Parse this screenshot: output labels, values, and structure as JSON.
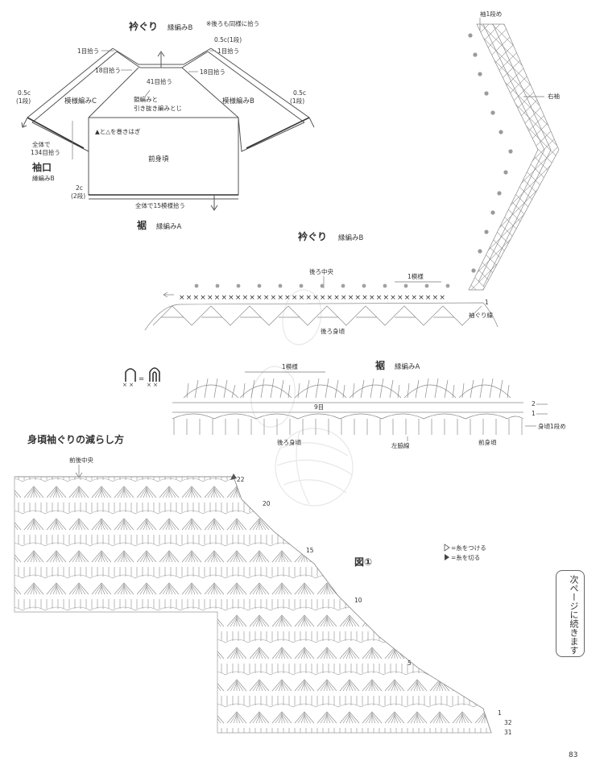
{
  "schematic": {
    "neckline_title": "衿ぐり",
    "neckline_stitch": "縁編みB",
    "back_note": "※後ろも同様に拾う",
    "pick_1": "1目拾う",
    "pick_1_right": "1目拾う",
    "row_05c_1_top": "0.5c(1段)",
    "pick_18_left": "18目拾う",
    "pick_18_right": "18目拾う",
    "pick_41": "41目拾う",
    "chain_note_1": "鎖編みと",
    "chain_note_2": "引き抜き編みとじ",
    "pattern_c": "模様編みC",
    "pattern_b": "模様編みB",
    "left_05c": "0.5c",
    "left_1row": "(1段)",
    "right_05c": "0.5c",
    "right_1row": "(1段)",
    "seam_note": "▲と△を巻きはぎ",
    "front_body": "前身頃",
    "total_1": "全体で",
    "total_2": "134目拾う",
    "cuff_title": "袖口",
    "cuff_stitch": "縁編みB",
    "two_c": "2c",
    "two_rows": "(2段)",
    "hem_count": "全体で15模様拾う",
    "hem_title": "裾",
    "hem_stitch": "縁編みA"
  },
  "neck_chart": {
    "sleeve_row1": "袖1段め",
    "right_sleeve": "右袖",
    "title": "衿ぐり",
    "stitch": "縁編みB",
    "back_center": "後ろ中央",
    "one_repeat": "1模様",
    "row_1": "1",
    "raglan": "袖ぐり線",
    "back_body": "後ろ身頃"
  },
  "equation": {
    "eq": "="
  },
  "hem_chart": {
    "title": "裾",
    "stitch": "縁編みA",
    "one_repeat": "1模様",
    "nine_st": "9目",
    "row_2": "2",
    "row_1": "1",
    "body_row1": "身頃1段め",
    "side_line": "左脇線",
    "back_body": "後ろ身頃",
    "front_body": "前身頃"
  },
  "armhole": {
    "title": "身頃袖ぐりの減らし方",
    "back_center": "前後中央",
    "figure": "図①",
    "legend_join": "=糸をつける",
    "legend_cut": "=糸を切る",
    "row_22": "22",
    "row_20": "20",
    "row_15": "15",
    "row_10": "10",
    "row_5": "5",
    "row_1": "1",
    "row_32": "32",
    "row_31": "31"
  },
  "next_page": "次ページに続きます",
  "page_number": "83"
}
